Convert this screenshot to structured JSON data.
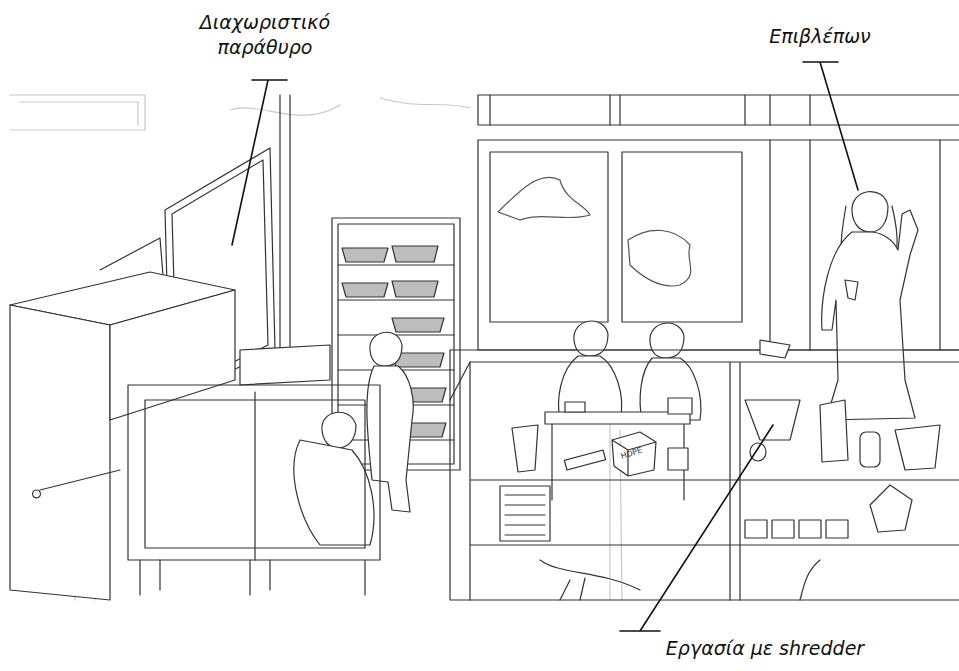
{
  "diagram": {
    "labels": [
      "Διαχωριστικό παράθυρο",
      "Επιβλέπων",
      "Εργασία με shredder",
      "HDPE"
    ]
  }
}
